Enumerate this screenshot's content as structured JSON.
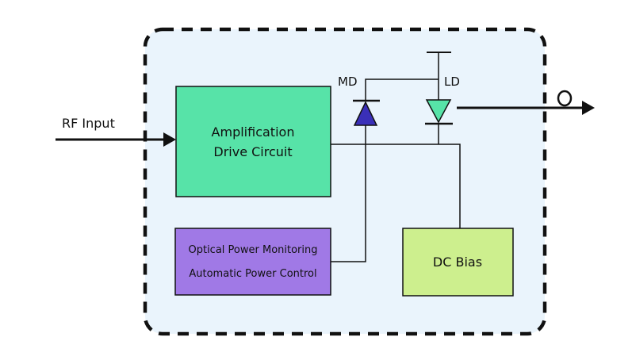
{
  "labels": {
    "rf_input": "RF Input",
    "md": "MD",
    "ld": "LD",
    "amp_line1": "Amplification",
    "amp_line2": "Drive Circuit",
    "monitor_line1": "Optical Power Monitoring",
    "monitor_line2": "Automatic Power Control",
    "dc_bias": "DC Bias"
  },
  "colors": {
    "module_fill": "#eaf4fc",
    "module_border": "#111111",
    "amp_fill": "#57e3a8",
    "monitor_fill": "#a079e6",
    "dc_bias_fill": "#cdef8e",
    "md_diode": "#3a2fb8",
    "ld_diode": "#57e3a8",
    "wire": "#111111"
  }
}
